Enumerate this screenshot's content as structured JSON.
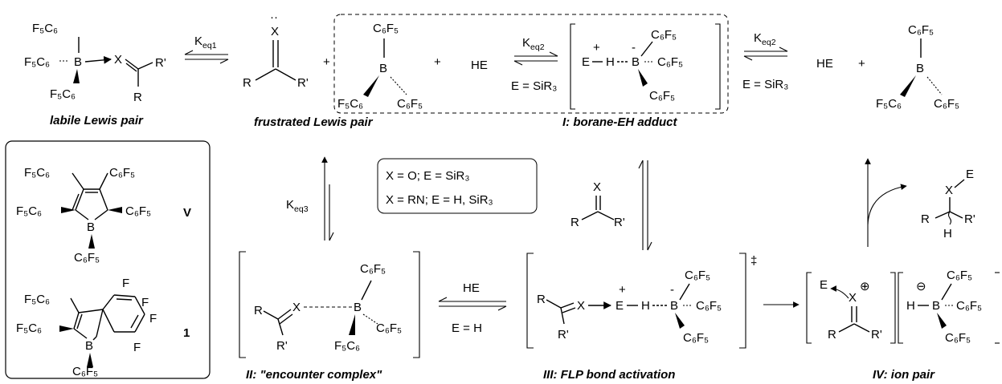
{
  "labels": {
    "F5C6": "F₅C₆",
    "C6F5": "C₆F₅",
    "B": "B",
    "X": "X",
    "R": "R",
    "Rp": "R'",
    "HE": "HE",
    "E": "E",
    "H": "H",
    "plus": "+",
    "minus": "-",
    "lonepair": "··",
    "dagger": "‡",
    "ominus": "⊖",
    "oplus": "⊕",
    "F": "F"
  },
  "equilibria": {
    "keq1": "K",
    "keq1_sub": "eq1",
    "keq2": "K",
    "keq2_sub": "eq2",
    "keq3": "K",
    "keq3_sub": "eq3",
    "e_sir3": "E = SiR₃",
    "e_h": "E = H"
  },
  "conditions": {
    "line1": "X = O; E = SiR₃",
    "line2": "X = RN; E = H, SiR₃"
  },
  "captions": {
    "labile": "labile Lewis pair",
    "frustrated": "frustrated Lewis pair",
    "adduct": "I: borane-EH adduct",
    "encounter": "II: \"encounter complex\"",
    "activation": "III: FLP bond activation",
    "ionpair": "IV: ion pair"
  },
  "boranes": {
    "label_v": "V",
    "label_1": "1"
  }
}
